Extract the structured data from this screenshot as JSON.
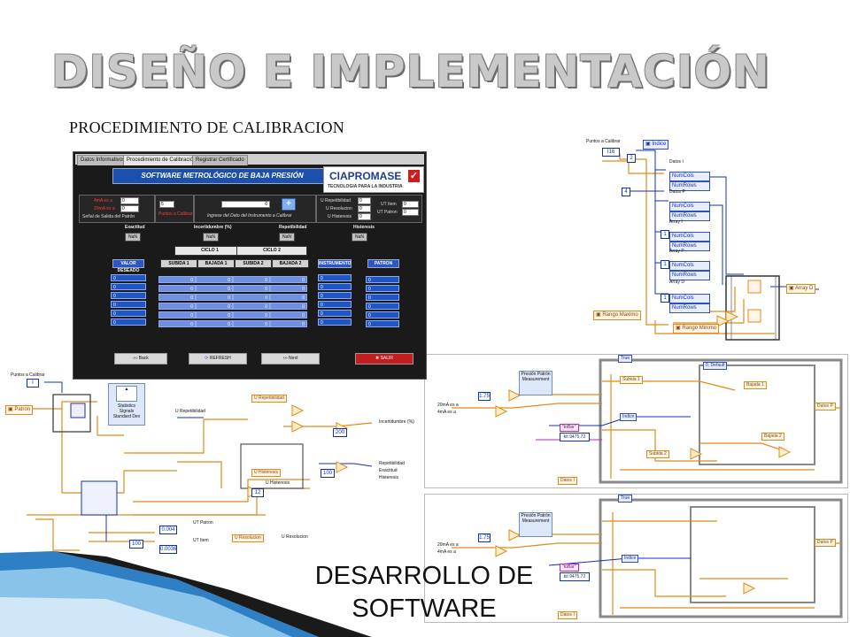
{
  "slide": {
    "title": "DISEÑO E IMPLEMENTACIÓN",
    "subtitle": "PROCEDIMIENTO DE CALIBRACION",
    "caption_line1": "DESARROLLO DE",
    "caption_line2": "SOFTWARE"
  },
  "front_panel": {
    "tabs": [
      "Datos Informativos",
      "Procedimiento de Calibración",
      "Registrar Certificado"
    ],
    "banner": "SOFTWARE METROLÓGICO DE BAJA PRESIÓN",
    "logo_name": "CIAPROMASE",
    "logo_tag": "TECNOLOGIA PARA LA INDUSTRIA",
    "signal_labels": [
      "4mA es a",
      "20mA es a"
    ],
    "signal_caption": "Señal de Salida del Patrón",
    "puntos_value": "5",
    "puntos_label": "Puntos a Calibrar",
    "instrument_label": "Ingrese del Dato del Instrumento a Calibrar",
    "instrument_value": "0",
    "u_labels": [
      "U Repetibilidad",
      "U Resolucion",
      "U Histeresis"
    ],
    "ut_labels": [
      "UT Item",
      "UT Patron"
    ],
    "zero": "0",
    "sections": [
      "Exactitud",
      "Incertidumbre (%)",
      "Repetibilidad",
      "Histeresis"
    ],
    "nan": "NaN",
    "ciclos": [
      "CICLO 1",
      "CICLO 2"
    ],
    "columns": {
      "valor": "VALOR DESEADO",
      "subida1": "SUBIDA 1",
      "bajada1": "BAJADA 1",
      "subida2": "SUBIDA 2",
      "bajada2": "BAJADA 2",
      "instrumento": "INSTRUMENTO",
      "patron": "PATRON"
    },
    "buttons": {
      "back": "Back",
      "refresh": "REFRESH",
      "next": "Next",
      "salir": "SALIR"
    }
  },
  "block_diagram": {
    "right_top": {
      "puntos": "Puntos a Calibrar",
      "puntos_val": "I16",
      "indice": "Índice",
      "arrays": [
        "Datos I",
        "Datos P",
        "Array I",
        "Array P",
        "Array D"
      ],
      "numcols": "NumCols",
      "numrows": "NumRows",
      "array_d": "Array D",
      "rango_max": "Rango Maximo",
      "rango_min": "Rango Minimo"
    },
    "left_bottom": {
      "puntos": "Puntos a Calibrar",
      "patron": "Patron",
      "statistics": "Statistics",
      "signals": "Signals",
      "std": "Standard Dev",
      "u_rep": "U Repetibilidad",
      "incert": "Incertidumbre (%)",
      "outputs": [
        "Repetibilidad",
        "Exactitud",
        "Histeresis"
      ],
      "ut_patron": "UT Patron",
      "ut_item": "UT Item",
      "u_hist": "U Histeresis",
      "u_res": "U Resolucion",
      "consts": [
        "0.004",
        "0.0036",
        "200",
        "100",
        "12",
        "100"
      ]
    },
    "right_mid": {
      "case": "True",
      "default": "0, Default",
      "presion": "Presión Patrón",
      "measurement": "Measurement",
      "tolbar": "\"toBar\"",
      "value": "kit 9475.72",
      "ratios": [
        "20mA es a",
        "4mA es a"
      ],
      "const": "1.75",
      "indice": "Índice",
      "outputs": [
        "Subida 1",
        "Bajada 1",
        "Subida 2",
        "Bajada 2",
        "Datos P",
        "Datos I"
      ]
    }
  },
  "colors": {
    "panel_blue": "#1e56c8",
    "banner_blue": "#1b4fb0",
    "wire_orange": "#e08a1a",
    "wire_blue": "#1030b0"
  }
}
